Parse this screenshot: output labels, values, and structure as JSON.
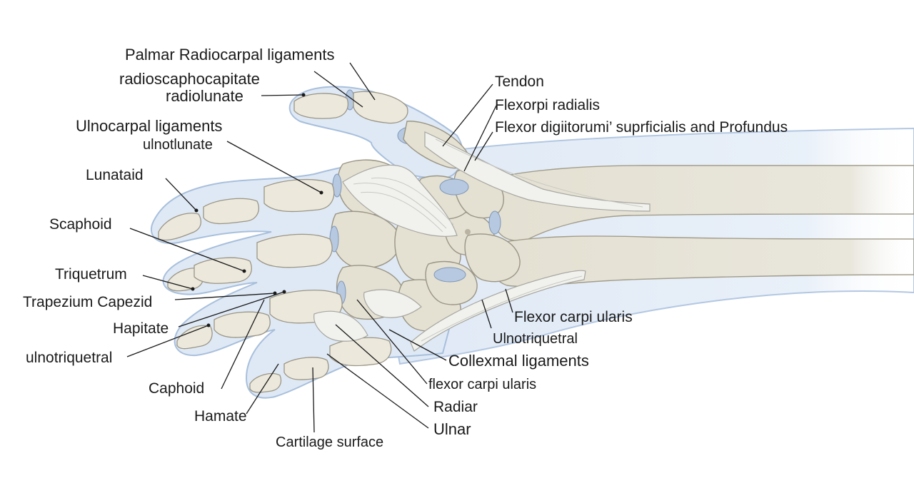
{
  "labels": {
    "palmar_radiocarpal": "Palmar Radiocarpal ligaments",
    "radioscaphocapitate": "radioscaphocapitate",
    "radiolunate": "radiolunate",
    "ulnocarpal": "Ulnocarpal ligaments",
    "ulnotlunate": "ulnotlunate",
    "lunataid": "Lunataid",
    "scaphoid": "Scaphoid",
    "triquetrum": "Triquetrum",
    "trapezium_capezid": "Trapezium Capezid",
    "hapitate": "Hapitate",
    "ulnotriquetral_left": "ulnotriquetral",
    "caphoid": "Caphoid",
    "hamate": "Hamate",
    "cartilage_surface": "Cartilage surface",
    "tendon": "Tendon",
    "flexorpi_radialis": "Flexorpi radialis",
    "flexor_digitorum": "Flexor digiitorumi’ suprficialis and Profundus",
    "flexor_carpi_ularis": "Flexor carpi ularis",
    "ulnotriquetral_right": "Ulnotriquetral",
    "collexmal": "Collexmal ligaments",
    "flexor_carpi_ularis_lower": "flexor carpi ularis",
    "radiar": "Radiar",
    "ulnar": "Ulnar"
  },
  "colors": {
    "bone": "#e4e0d2",
    "cartilage": "#b7c9e0",
    "soft_tissue": "#dfe9f5",
    "ligament": "#f1f1ee",
    "text": "#1a1a1a"
  }
}
